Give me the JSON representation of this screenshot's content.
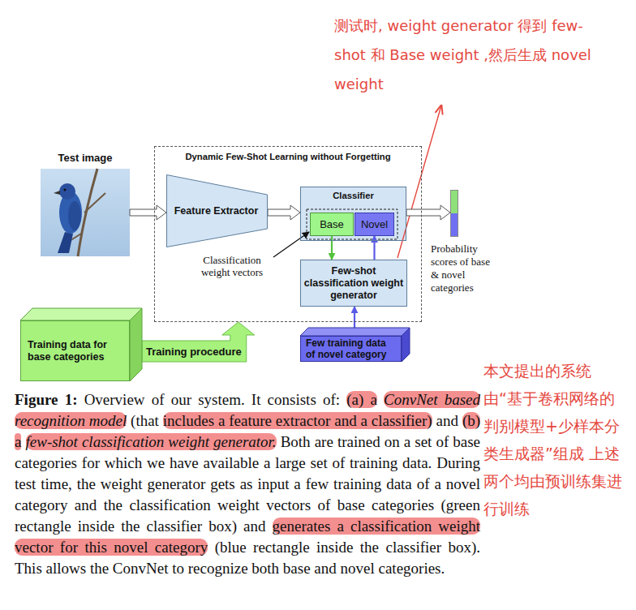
{
  "diagram": {
    "caption": "Figure 1: Overview of our system. It consists of: (a) a ConvNet based recognition model (that includes a feature extractor and a classifier) and (b) a few-shot classification weight generator. Both are trained on a set of base categories for which we have available a large set of training data. During test time, the weight generator gets as input a few training data of a novel category and the classification weight vectors of base categories (green rectangle inside the classifier box) and generates a classification weight vector for this novel category (blue rectangle inside the classifier box). This allows the ConvNet to recognize both base and novel categories.",
    "nodes": [
      {
        "text": [
          "Test image"
        ]
      },
      {
        "text": [
          "Dynamic Few-Shot Learning without Forgetting"
        ]
      },
      {
        "text": [
          "Feature Extractor"
        ],
        "in": 1
      },
      {
        "text": [
          "Classifier"
        ],
        "in": 1
      },
      {
        "text": [
          "Base"
        ],
        "in": 3
      },
      {
        "text": [
          "Novel"
        ],
        "in": 3
      },
      {
        "text": [
          "Few-shot classification weight generator"
        ],
        "in": 1
      },
      {
        "text": [
          "Probability scores of base & novel categories"
        ]
      },
      {
        "text": [
          "Training data for base categories"
        ]
      },
      {
        "text": [
          "Few training data of novel category"
        ]
      }
    ],
    "edges": [
      {
        "from": 0,
        "to": 2,
        "arrow": "to"
      },
      {
        "from": 2,
        "to": 3,
        "arrow": "to"
      },
      {
        "from": 3,
        "to": 7,
        "arrow": "to"
      },
      {
        "from": 4,
        "to": 6,
        "arrow": "to"
      },
      {
        "from": 6,
        "to": 5,
        "arrow": "to"
      },
      {
        "from": 9,
        "to": 6,
        "arrow": "to"
      },
      {
        "from": 8,
        "to": 1,
        "label": "Training procedure",
        "arrow": "to"
      }
    ],
    "labels": [
      "测试时, weight generator 得到 few-shot 和 Base weight ,然后生成 novel weight",
      "Classification weight vectors",
      "本文提出的系统由“基于卷积网络的判别模型+少样本分类生成器”组成 上述两个均由预训练集进行训练"
    ]
  }
}
